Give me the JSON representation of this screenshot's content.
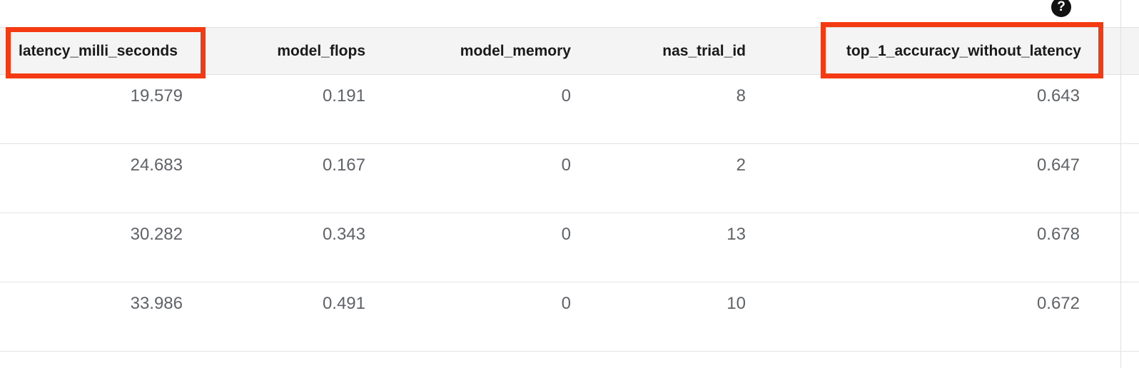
{
  "icons": {
    "help": "?",
    "help_name": "help-icon"
  },
  "table": {
    "columns": [
      {
        "key": "latency_milli_seconds",
        "label": "latency_milli_seconds",
        "align": "left"
      },
      {
        "key": "model_flops",
        "label": "model_flops",
        "align": "right"
      },
      {
        "key": "model_memory",
        "label": "model_memory",
        "align": "right"
      },
      {
        "key": "nas_trial_id",
        "label": "nas_trial_id",
        "align": "right"
      },
      {
        "key": "top_1_accuracy_without_latency",
        "label": "top_1_accuracy_without_latency",
        "align": "right"
      }
    ],
    "rows": [
      {
        "latency_milli_seconds": "19.579",
        "model_flops": "0.191",
        "model_memory": "0",
        "nas_trial_id": "8",
        "top_1_accuracy_without_latency": "0.643"
      },
      {
        "latency_milli_seconds": "24.683",
        "model_flops": "0.167",
        "model_memory": "0",
        "nas_trial_id": "2",
        "top_1_accuracy_without_latency": "0.647"
      },
      {
        "latency_milli_seconds": "30.282",
        "model_flops": "0.343",
        "model_memory": "0",
        "nas_trial_id": "13",
        "top_1_accuracy_without_latency": "0.678"
      },
      {
        "latency_milli_seconds": "33.986",
        "model_flops": "0.491",
        "model_memory": "0",
        "nas_trial_id": "10",
        "top_1_accuracy_without_latency": "0.672"
      }
    ]
  },
  "annotations": [
    {
      "target": "latency_milli_seconds-header",
      "color": "#f33a12"
    },
    {
      "target": "top_1_accuracy_without_latency-header",
      "color": "#f33a12"
    }
  ],
  "colors": {
    "header_background": "#f4f4f4",
    "header_text": "#1a1a1a",
    "cell_text": "#5f6368",
    "row_divider": "#e3e3e3",
    "annotation": "#f33a12",
    "help_icon_background": "#121212"
  }
}
